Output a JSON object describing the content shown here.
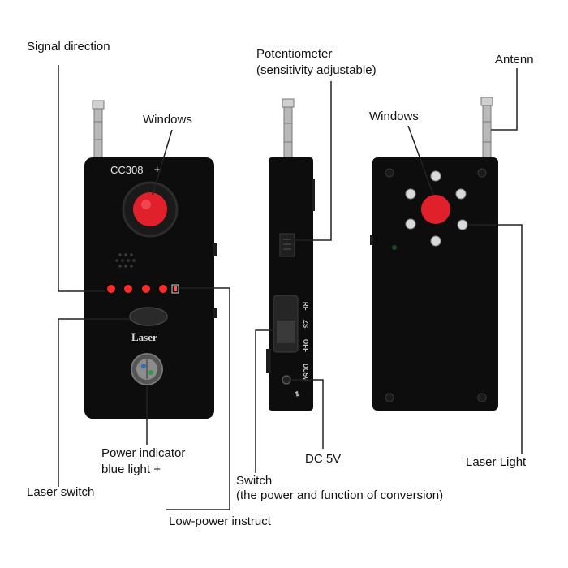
{
  "labels": {
    "signal_direction": "Signal direction",
    "potentiometer_line1": "Potentiometer",
    "potentiometer_line2": "(sensitivity adjustable)",
    "antenn": "Antenn",
    "windows_front": "Windows",
    "windows_back": "Windows",
    "power_indicator_line1": "Power indicator",
    "power_indicator_line2": "blue light +",
    "dc5v": "DC 5V",
    "laser_light": "Laser Light",
    "laser_switch": "Laser switch",
    "switch_line1": "Switch",
    "switch_line2": "(the power and function of conversion)",
    "low_power": "Low-power instruct"
  },
  "device": {
    "model": "CC308",
    "model_suffix": "+",
    "laser_label": "Laser",
    "side_marks": [
      "RF",
      "ZS",
      "OFF",
      "DC5V"
    ]
  },
  "colors": {
    "body": "#0d0d0d",
    "lens": "#e0202a",
    "led": "#ff2a2a",
    "leader": "#222222"
  }
}
